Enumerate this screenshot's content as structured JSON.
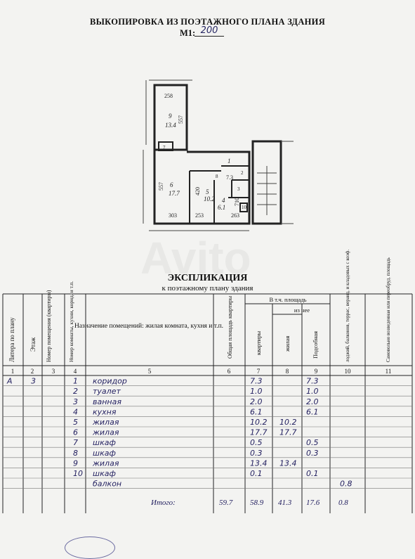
{
  "header": {
    "title": "ВЫКОПИРОВКА ИЗ ПОЭТАЖНОГО ПЛАНА ЗДАНИЯ",
    "scale_label": "М1:",
    "scale_value": "200"
  },
  "plan": {
    "dims": [
      "258",
      "557",
      "557",
      "303",
      "253",
      "263",
      "420",
      "710",
      "7.3"
    ],
    "rooms": [
      {
        "no": "9",
        "area": "13.4"
      },
      {
        "no": "6",
        "area": "17.7"
      },
      {
        "no": "5",
        "area": "10.2"
      },
      {
        "no": "4",
        "area": "6.1"
      },
      {
        "no": "1",
        "area": "7.3"
      }
    ],
    "small_labels": [
      "7",
      "8",
      "2",
      "3",
      "10"
    ]
  },
  "watermark": "Avito",
  "explication": {
    "title": "ЭКСПЛИКАЦИЯ",
    "subtitle": "к поэтажному плану здания",
    "headers": {
      "litera": "Литера по плану",
      "floor": "Этаж",
      "apt_no": "Номер помещения (квартиры)",
      "room_no": "Номер комнаты, кухни, корид. и т.п.",
      "name": "Назначение помещений: жилая комната, кухня и т.п.",
      "total": "Общая площадь квартиры",
      "incl": "В т.ч. площадь",
      "of_which": "из нее",
      "apartment": "квартиры",
      "living": "жилая",
      "aux": "Подсобная",
      "loggia": "лоджий, балконов, террас, веранд, и кладовых с коэф.",
      "illegal": "Самовольно возведенная или переобруд. площадь"
    },
    "col_numbers": [
      "1",
      "2",
      "3",
      "4",
      "5",
      "6",
      "7",
      "8",
      "9",
      "10",
      "11"
    ],
    "rows": [
      {
        "litera": "А",
        "floor": "3",
        "no": "1",
        "name": "коридор",
        "apt": "7.3",
        "living": "",
        "aux": "7.3",
        "loggia": ""
      },
      {
        "litera": "",
        "floor": "",
        "no": "2",
        "name": "туалет",
        "apt": "1.0",
        "living": "",
        "aux": "1.0",
        "loggia": ""
      },
      {
        "litera": "",
        "floor": "",
        "no": "3",
        "name": "ванная",
        "apt": "2.0",
        "living": "",
        "aux": "2.0",
        "loggia": ""
      },
      {
        "litera": "",
        "floor": "",
        "no": "4",
        "name": "кухня",
        "apt": "6.1",
        "living": "",
        "aux": "6.1",
        "loggia": ""
      },
      {
        "litera": "",
        "floor": "",
        "no": "5",
        "name": "жилая",
        "apt": "10.2",
        "living": "10.2",
        "aux": "",
        "loggia": ""
      },
      {
        "litera": "",
        "floor": "",
        "no": "6",
        "name": "жилая",
        "apt": "17.7",
        "living": "17.7",
        "aux": "",
        "loggia": ""
      },
      {
        "litera": "",
        "floor": "",
        "no": "7",
        "name": "шкаф",
        "apt": "0.5",
        "living": "",
        "aux": "0.5",
        "loggia": ""
      },
      {
        "litera": "",
        "floor": "",
        "no": "8",
        "name": "шкаф",
        "apt": "0.3",
        "living": "",
        "aux": "0.3",
        "loggia": ""
      },
      {
        "litera": "",
        "floor": "",
        "no": "9",
        "name": "жилая",
        "apt": "13.4",
        "living": "13.4",
        "aux": "",
        "loggia": ""
      },
      {
        "litera": "",
        "floor": "",
        "no": "10",
        "name": "шкаф",
        "apt": "0.1",
        "living": "",
        "aux": "0.1",
        "loggia": ""
      },
      {
        "litera": "",
        "floor": "",
        "no": "",
        "name": "балкон",
        "apt": "",
        "living": "",
        "aux": "",
        "loggia": "0.8"
      }
    ],
    "total": {
      "label": "Итого:",
      "total": "59.7",
      "apt": "58.9",
      "living": "41.3",
      "aux": "17.6",
      "loggia": "0.8"
    }
  }
}
